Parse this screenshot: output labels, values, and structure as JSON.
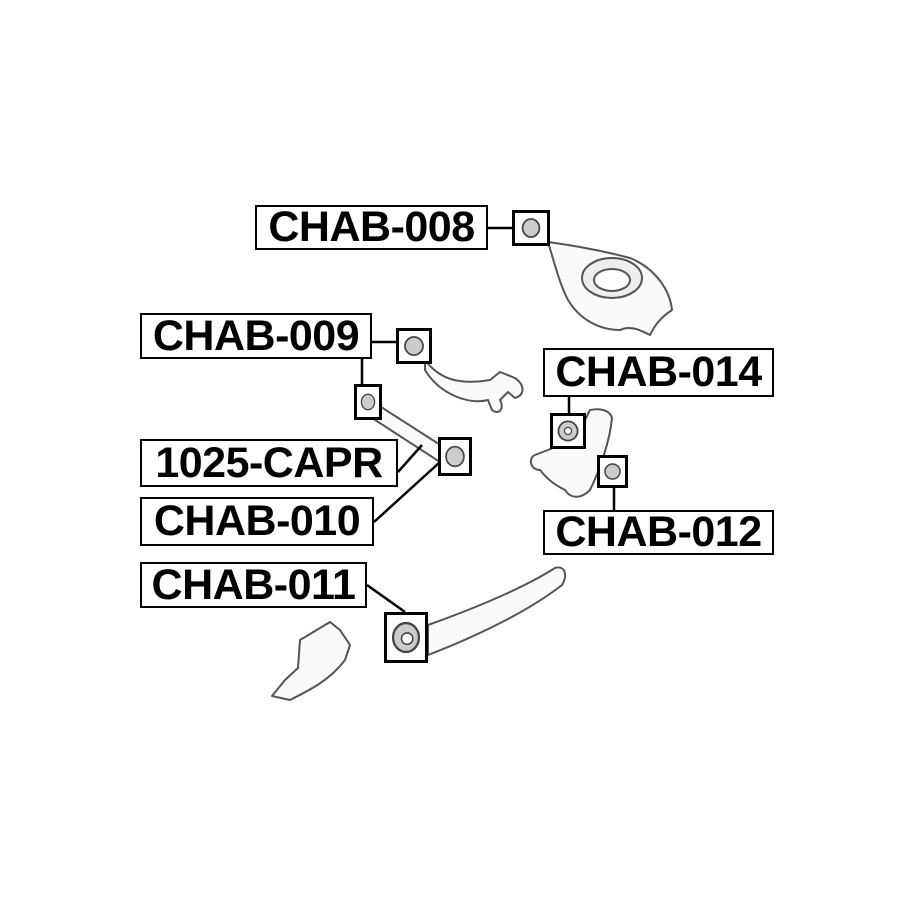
{
  "diagram": {
    "labels": {
      "chab_008": "CHAB-008",
      "chab_009": "CHAB-009",
      "chab_014": "CHAB-014",
      "capr_1025": "1025-CAPR",
      "chab_010": "CHAB-010",
      "chab_012": "CHAB-012",
      "chab_011": "CHAB-011"
    },
    "colors": {
      "line": "#000000",
      "part_outline": "#555555",
      "part_shade": "#dddddd"
    }
  }
}
